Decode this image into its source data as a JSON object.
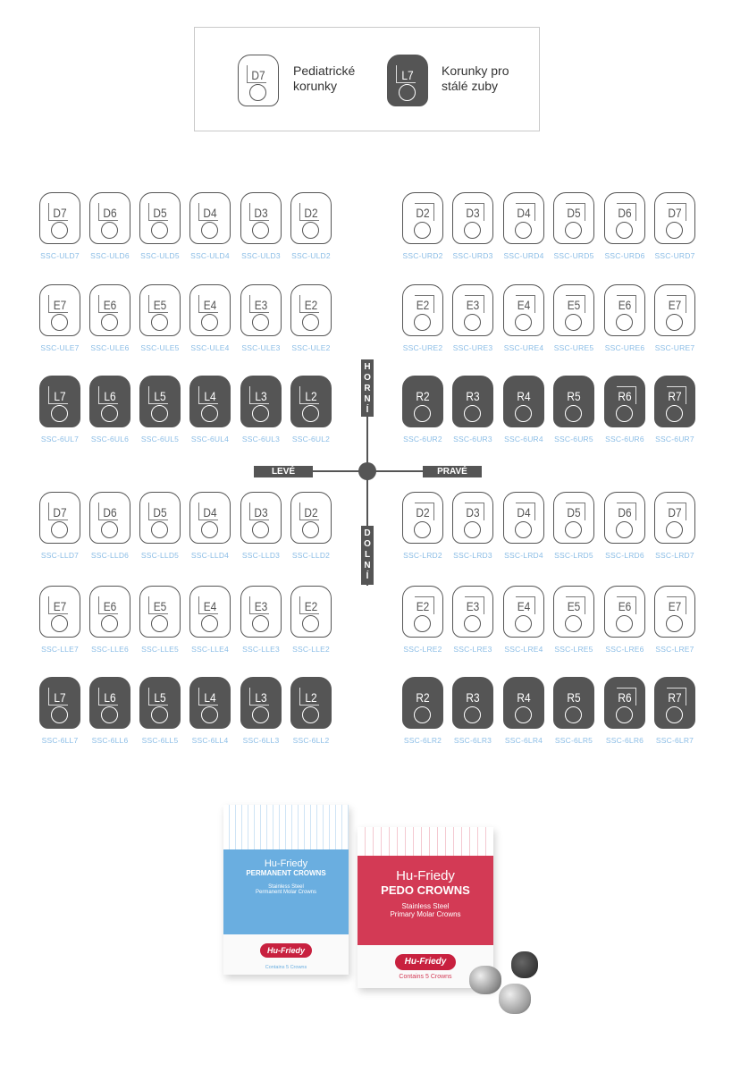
{
  "legend": [
    {
      "tooth": "D7",
      "label": "Pediatrické korunky",
      "dark": false
    },
    {
      "tooth": "L7",
      "label": "Korunky pro stálé zuby",
      "dark": true
    }
  ],
  "axis": {
    "top": "HORNÍ",
    "bottom": "DOLNÍ",
    "left": "LEVÉ",
    "right": "PRAVÉ"
  },
  "rows": [
    {
      "left": [
        [
          "D7",
          "SSC-ULD7"
        ],
        [
          "D6",
          "SSC-ULD6"
        ],
        [
          "D5",
          "SSC-ULD5"
        ],
        [
          "D4",
          "SSC-ULD4"
        ],
        [
          "D3",
          "SSC-ULD3"
        ],
        [
          "D2",
          "SSC-ULD2"
        ]
      ],
      "right": [
        [
          "D2",
          "SSC-URD2"
        ],
        [
          "D3",
          "SSC-URD3"
        ],
        [
          "D4",
          "SSC-URD4"
        ],
        [
          "D5",
          "SSC-URD5"
        ],
        [
          "D6",
          "SSC-URD6"
        ],
        [
          "D7",
          "SSC-URD7"
        ]
      ],
      "dark": false
    },
    {
      "left": [
        [
          "E7",
          "SSC-ULE7"
        ],
        [
          "E6",
          "SSC-ULE6"
        ],
        [
          "E5",
          "SSC-ULE5"
        ],
        [
          "E4",
          "SSC-ULE4"
        ],
        [
          "E3",
          "SSC-ULE3"
        ],
        [
          "E2",
          "SSC-ULE2"
        ]
      ],
      "right": [
        [
          "E2",
          "SSC-URE2"
        ],
        [
          "E3",
          "SSC-URE3"
        ],
        [
          "E4",
          "SSC-URE4"
        ],
        [
          "E5",
          "SSC-URE5"
        ],
        [
          "E6",
          "SSC-URE6"
        ],
        [
          "E7",
          "SSC-URE7"
        ]
      ],
      "dark": false
    },
    {
      "left": [
        [
          "L7",
          "SSC-6UL7"
        ],
        [
          "L6",
          "SSC-6UL6"
        ],
        [
          "L5",
          "SSC-6UL5"
        ],
        [
          "L4",
          "SSC-6UL4"
        ],
        [
          "L3",
          "SSC-6UL3"
        ],
        [
          "L2",
          "SSC-6UL2"
        ]
      ],
      "right": [
        [
          "R2",
          "SSC-6UR2"
        ],
        [
          "R3",
          "SSC-6UR3"
        ],
        [
          "R4",
          "SSC-6UR4"
        ],
        [
          "R5",
          "SSC-6UR5"
        ],
        [
          "R6",
          "SSC-6UR6"
        ],
        [
          "R7",
          "SSC-6UR7"
        ]
      ],
      "dark": true
    },
    {
      "left": [
        [
          "D7",
          "SSC-LLD7"
        ],
        [
          "D6",
          "SSC-LLD6"
        ],
        [
          "D5",
          "SSC-LLD5"
        ],
        [
          "D4",
          "SSC-LLD4"
        ],
        [
          "D3",
          "SSC-LLD3"
        ],
        [
          "D2",
          "SSC-LLD2"
        ]
      ],
      "right": [
        [
          "D2",
          "SSC-LRD2"
        ],
        [
          "D3",
          "SSC-LRD3"
        ],
        [
          "D4",
          "SSC-LRD4"
        ],
        [
          "D5",
          "SSC-LRD5"
        ],
        [
          "D6",
          "SSC-LRD6"
        ],
        [
          "D7",
          "SSC-LRD7"
        ]
      ],
      "dark": false
    },
    {
      "left": [
        [
          "E7",
          "SSC-LLE7"
        ],
        [
          "E6",
          "SSC-LLE6"
        ],
        [
          "E5",
          "SSC-LLE5"
        ],
        [
          "E4",
          "SSC-LLE4"
        ],
        [
          "E3",
          "SSC-LLE3"
        ],
        [
          "E2",
          "SSC-LLE2"
        ]
      ],
      "right": [
        [
          "E2",
          "SSC-LRE2"
        ],
        [
          "E3",
          "SSC-LRE3"
        ],
        [
          "E4",
          "SSC-LRE4"
        ],
        [
          "E5",
          "SSC-LRE5"
        ],
        [
          "E6",
          "SSC-LRE6"
        ],
        [
          "E7",
          "SSC-LRE7"
        ]
      ],
      "dark": false
    },
    {
      "left": [
        [
          "L7",
          "SSC-6LL7"
        ],
        [
          "L6",
          "SSC-6LL6"
        ],
        [
          "L5",
          "SSC-6LL5"
        ],
        [
          "L4",
          "SSC-6LL4"
        ],
        [
          "L3",
          "SSC-6LL3"
        ],
        [
          "L2",
          "SSC-6LL2"
        ]
      ],
      "right": [
        [
          "R2",
          "SSC-6LR2"
        ],
        [
          "R3",
          "SSC-6LR3"
        ],
        [
          "R4",
          "SSC-6LR4"
        ],
        [
          "R5",
          "SSC-6LR5"
        ],
        [
          "R6",
          "SSC-6LR6"
        ],
        [
          "R7",
          "SSC-6LR7"
        ]
      ],
      "dark": true
    }
  ],
  "products": {
    "permanent": {
      "brand": "Hu-Friedy",
      "name": "PERMANENT CROWNS",
      "sub1": "Stainless Steel",
      "sub2": "Permanent Molar Crowns",
      "logo": "Hu-Friedy",
      "count": "Contains 5 Crowns",
      "color": "#6aaee0"
    },
    "pedo": {
      "brand": "Hu-Friedy",
      "name": "PEDO CROWNS",
      "sub1": "Stainless Steel",
      "sub2": "Primary Molar Crowns",
      "logo": "Hu-Friedy",
      "count": "Contains 5 Crowns",
      "color": "#d33a55"
    }
  }
}
